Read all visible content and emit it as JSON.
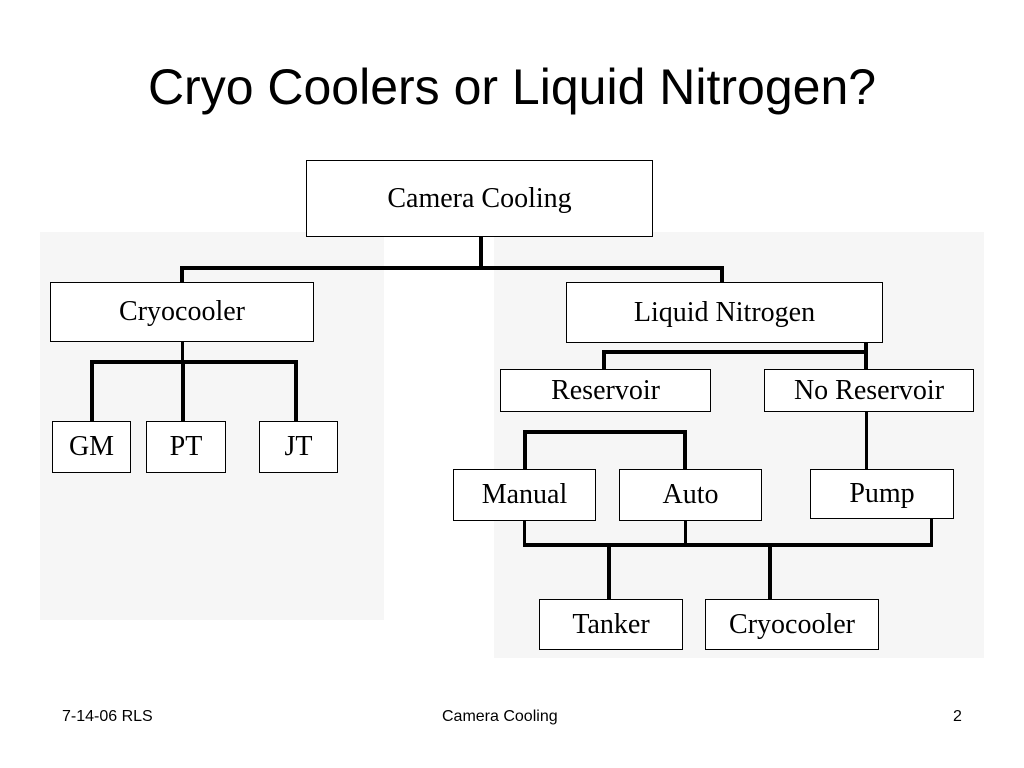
{
  "slide": {
    "title": "Cryo Coolers or Liquid Nitrogen?"
  },
  "diagram": {
    "root": "Camera Cooling",
    "cryocooler_branch": {
      "label": "Cryocooler",
      "children": [
        "GM",
        "PT",
        "JT"
      ]
    },
    "ln2_branch": {
      "label": "Liquid Nitrogen",
      "reservoir": {
        "label": "Reservoir",
        "children": [
          "Manual",
          "Auto"
        ]
      },
      "no_reservoir": {
        "label": "No Reservoir",
        "children": [
          "Pump"
        ]
      },
      "supply": [
        "Tanker",
        "Cryocooler"
      ]
    }
  },
  "footer": {
    "left": "7-14-06 RLS",
    "center": "Camera Cooling",
    "page": "2"
  }
}
